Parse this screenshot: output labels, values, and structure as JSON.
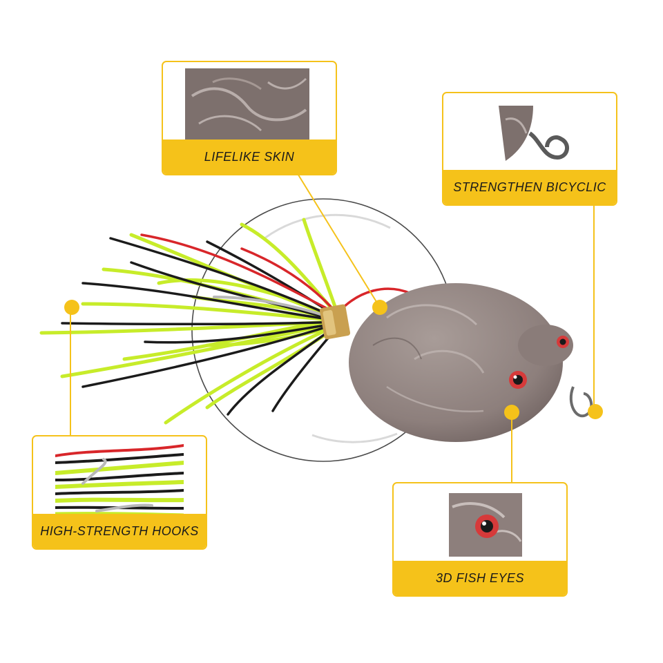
{
  "callouts": {
    "lifelike_skin": "LIFELIKE SKIN",
    "strengthen_bicyclic": "STRENGTHEN BICYCLIC",
    "high_strength_hooks": "HIGH-STRENGTH HOOKS",
    "fish_eyes": "3D FISH EYES"
  },
  "colors": {
    "accent": "#f5c21a",
    "lure_body": "#8d7f7c",
    "skirt_yellow": "#c7ec2a",
    "skirt_black": "#1b1b1b",
    "skirt_red": "#d8262a",
    "eye_red": "#d63a3a"
  }
}
